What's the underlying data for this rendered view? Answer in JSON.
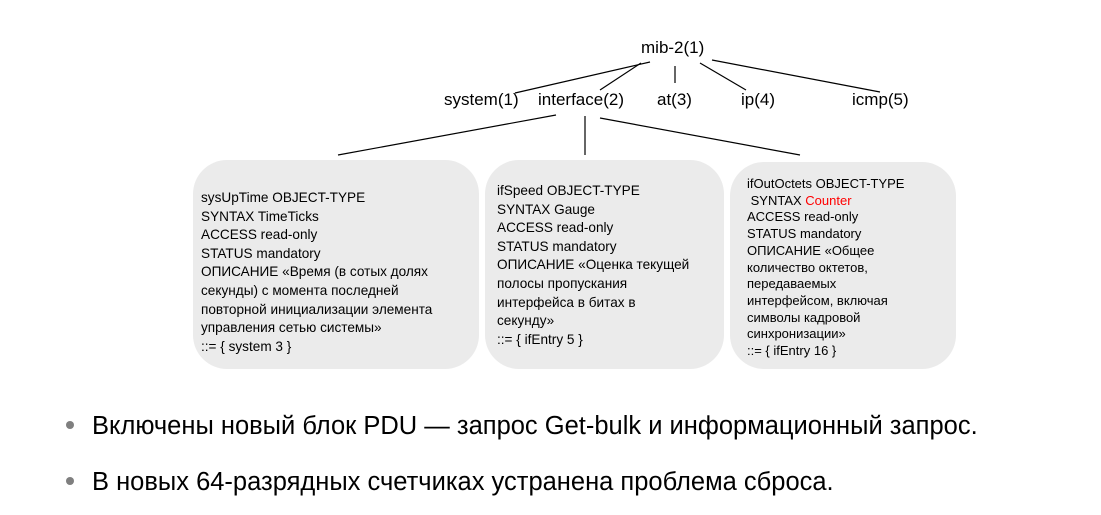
{
  "tree": {
    "root": "mib-2(1)",
    "children": [
      "system(1)",
      "interface(2)",
      "at(3)",
      "ip(4)",
      "icmp(5)"
    ]
  },
  "boxes": [
    {
      "lines": [
        "sysUpTime  OBJECT-TYPE",
        "SYNTAX  TimeTicks",
        "ACCESS read-only",
        "STATUS  mandatory",
        "ОПИСАНИЕ  «Время  (в сотых долях",
        "секунды) с момента  последней",
        "повторной инициализации  элемента",
        "управления  сетью системы»",
        "::= { system 3 }"
      ]
    },
    {
      "lines": [
        "ifSpeed  OBJECT-TYPE",
        "SYNTAX  Gauge",
        "ACCESS read-only",
        "STATUS  mandatory",
        "ОПИСАНИЕ  «Оценка текущей",
        "полосы пропускания",
        "интерфейса  в битах  в",
        "секунду»",
        "::= { ifEntry  5 }"
      ]
    },
    {
      "line0": "ifOutOctets OBJECT-TYPE",
      "syntax_label": " SYNTAX ",
      "syntax_value": "Counter",
      "lines": [
        "ACCESS read-only",
        "STATUS mandatory",
        "ОПИСАНИЕ  «Общее",
        "количество октетов,",
        "передаваемых",
        "интерфейсом, включая",
        "символы кадровой",
        "синхронизации»",
        "::= { ifEntry 16 }"
      ]
    }
  ],
  "bullets": [
    "Включены новый блок PDU — запрос Get-bulk и информационный запрос.",
    "В новых 64-разрядных счетчиках устранена проблема сброса."
  ],
  "colors": {
    "box": "#ebebeb",
    "highlight": "#ff0000",
    "bullet": "#7f7f7f"
  }
}
